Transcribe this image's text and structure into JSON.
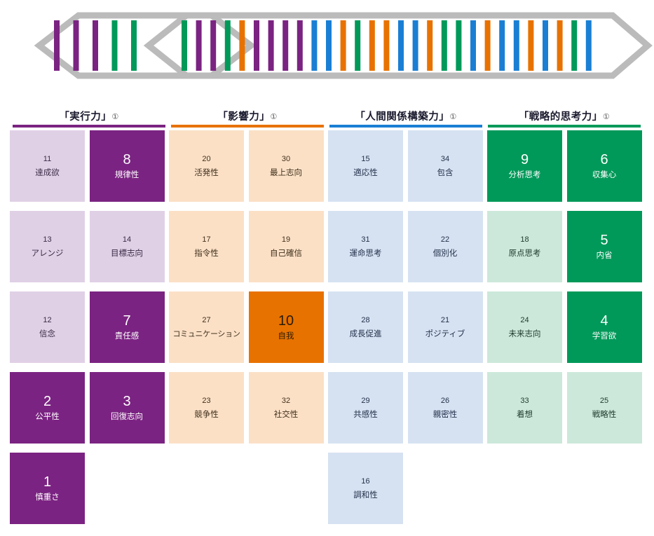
{
  "banner": {
    "left_segment": {
      "bar_colors": [
        "purple",
        "purple",
        "purple",
        "green",
        "green"
      ]
    },
    "right_segment": {
      "bar_colors": [
        "green",
        "purple",
        "purple",
        "green",
        "orange",
        "purple",
        "purple",
        "purple",
        "purple",
        "blue",
        "blue",
        "orange",
        "green",
        "orange",
        "orange",
        "blue",
        "blue",
        "orange",
        "green",
        "green",
        "blue",
        "orange",
        "blue",
        "blue",
        "orange",
        "blue",
        "orange",
        "green",
        "blue"
      ]
    },
    "palette": {
      "purple": "#7B2382",
      "orange": "#E87200",
      "blue": "#1A7FD4",
      "green": "#009959",
      "outline": "#BBBBBB"
    }
  },
  "columns": [
    {
      "title": "「実行力」",
      "mark": "①",
      "rule_color": "#7B2382"
    },
    {
      "title": "「影響力」",
      "mark": "①",
      "rule_color": "#E87200"
    },
    {
      "title": "「人間関係構築力」",
      "mark": "①",
      "rule_color": "#1A7FD4"
    },
    {
      "title": "「戦略的思考力」",
      "mark": "①",
      "rule_color": "#009959"
    }
  ],
  "grid": {
    "rows": [
      [
        {
          "rank": "11",
          "name": "達成欲",
          "style": "c-pur-light",
          "emphasis": false
        },
        {
          "rank": "8",
          "name": "規律性",
          "style": "c-pur-dark",
          "emphasis": true
        },
        {
          "rank": "20",
          "name": "活発性",
          "style": "c-org-light",
          "emphasis": false
        },
        {
          "rank": "30",
          "name": "最上志向",
          "style": "c-org-light",
          "emphasis": false
        },
        {
          "rank": "15",
          "name": "適応性",
          "style": "c-blu-light",
          "emphasis": false
        },
        {
          "rank": "34",
          "name": "包含",
          "style": "c-blu-light",
          "emphasis": false
        },
        {
          "rank": "9",
          "name": "分析思考",
          "style": "c-grn-dark",
          "emphasis": true
        },
        {
          "rank": "6",
          "name": "収集心",
          "style": "c-grn-dark",
          "emphasis": true
        }
      ],
      [
        {
          "rank": "13",
          "name": "アレンジ",
          "style": "c-pur-light",
          "emphasis": false
        },
        {
          "rank": "14",
          "name": "目標志向",
          "style": "c-pur-light",
          "emphasis": false
        },
        {
          "rank": "17",
          "name": "指令性",
          "style": "c-org-light",
          "emphasis": false
        },
        {
          "rank": "19",
          "name": "自己確信",
          "style": "c-org-light",
          "emphasis": false
        },
        {
          "rank": "31",
          "name": "運命思考",
          "style": "c-blu-light",
          "emphasis": false
        },
        {
          "rank": "22",
          "name": "個別化",
          "style": "c-blu-light",
          "emphasis": false
        },
        {
          "rank": "18",
          "name": "原点思考",
          "style": "c-grn-light",
          "emphasis": false
        },
        {
          "rank": "5",
          "name": "内省",
          "style": "c-grn-dark",
          "emphasis": true
        }
      ],
      [
        {
          "rank": "12",
          "name": "信念",
          "style": "c-pur-light",
          "emphasis": false
        },
        {
          "rank": "7",
          "name": "責任感",
          "style": "c-pur-dark",
          "emphasis": true
        },
        {
          "rank": "27",
          "name": "コミュニケーション",
          "style": "c-org-light",
          "emphasis": false,
          "wide": true
        },
        {
          "rank": "10",
          "name": "自我",
          "style": "c-org-dark",
          "emphasis": true
        },
        {
          "rank": "28",
          "name": "成長促進",
          "style": "c-blu-light",
          "emphasis": false
        },
        {
          "rank": "21",
          "name": "ポジティブ",
          "style": "c-blu-light",
          "emphasis": false
        },
        {
          "rank": "24",
          "name": "未来志向",
          "style": "c-grn-light",
          "emphasis": false
        },
        {
          "rank": "4",
          "name": "学習欲",
          "style": "c-grn-dark",
          "emphasis": true
        }
      ],
      [
        {
          "rank": "2",
          "name": "公平性",
          "style": "c-pur-dark",
          "emphasis": true
        },
        {
          "rank": "3",
          "name": "回復志向",
          "style": "c-pur-dark",
          "emphasis": true
        },
        {
          "rank": "23",
          "name": "競争性",
          "style": "c-org-light",
          "emphasis": false
        },
        {
          "rank": "32",
          "name": "社交性",
          "style": "c-org-light",
          "emphasis": false
        },
        {
          "rank": "29",
          "name": "共感性",
          "style": "c-blu-light",
          "emphasis": false
        },
        {
          "rank": "26",
          "name": "親密性",
          "style": "c-blu-light",
          "emphasis": false
        },
        {
          "rank": "33",
          "name": "着想",
          "style": "c-grn-light",
          "emphasis": false
        },
        {
          "rank": "25",
          "name": "戦略性",
          "style": "c-grn-light",
          "emphasis": false
        }
      ],
      [
        {
          "rank": "1",
          "name": "慎重さ",
          "style": "c-pur-dark",
          "emphasis": true
        },
        {
          "rank": "",
          "name": "",
          "style": "empty",
          "emphasis": false
        },
        {
          "rank": "",
          "name": "",
          "style": "empty",
          "emphasis": false
        },
        {
          "rank": "",
          "name": "",
          "style": "empty",
          "emphasis": false
        },
        {
          "rank": "16",
          "name": "調和性",
          "style": "c-blu-light",
          "emphasis": false
        },
        {
          "rank": "",
          "name": "",
          "style": "empty",
          "emphasis": false
        },
        {
          "rank": "",
          "name": "",
          "style": "empty",
          "emphasis": false
        },
        {
          "rank": "",
          "name": "",
          "style": "empty",
          "emphasis": false
        }
      ]
    ]
  }
}
